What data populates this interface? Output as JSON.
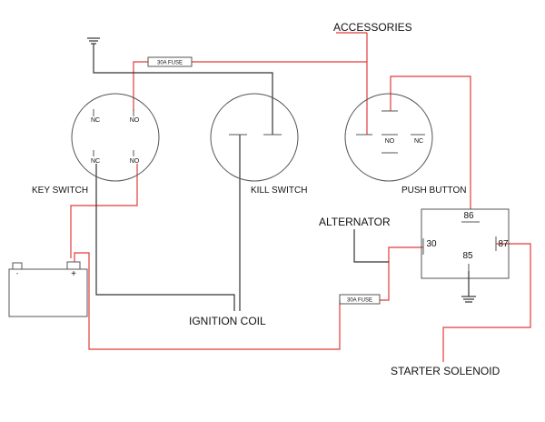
{
  "labels": {
    "accessories": "ACCESSORIES",
    "key_switch": "KEY SWITCH",
    "kill_switch": "KILL SWITCH",
    "push_button": "PUSH BUTTON",
    "alternator": "ALTERNATOR",
    "ignition_coil": "IGNITION COIL",
    "starter_solenoid": "STARTER SOLENOID"
  },
  "fuses": {
    "top": "30A FUSE",
    "bottom": "30A FUSE"
  },
  "key_switch_contacts": {
    "top_left": "NC",
    "top_right": "NO",
    "bottom_left": "NC",
    "bottom_right": "NO"
  },
  "push_button_contacts": {
    "left": "NO",
    "right": "NC"
  },
  "relay_pins": {
    "p86": "86",
    "p30": "30",
    "p85": "85",
    "p87": "87"
  },
  "battery": {
    "neg": "-",
    "pos": "+"
  },
  "colors": {
    "hot_wire": "#e23b3b",
    "ground_wire": "#333333",
    "component": "#555555"
  }
}
